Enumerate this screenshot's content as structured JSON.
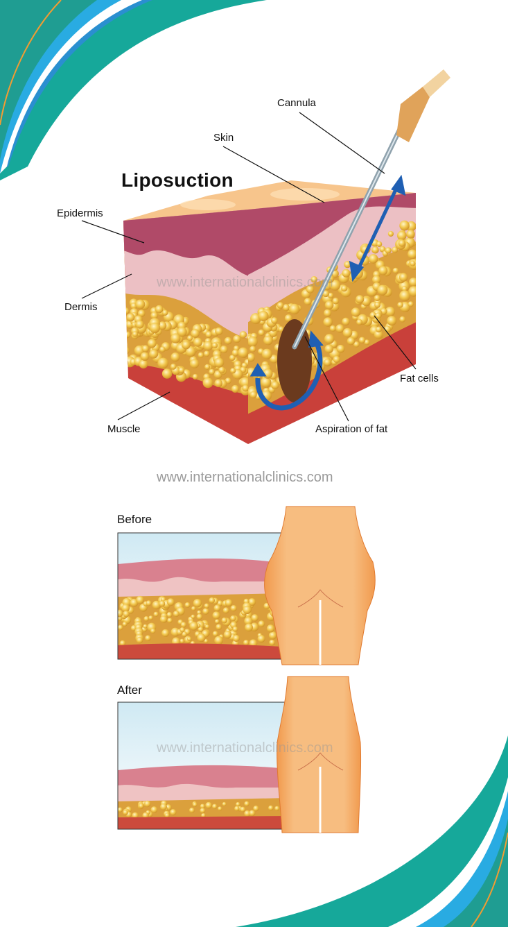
{
  "title": "Liposuction",
  "labels": {
    "cannula": "Cannula",
    "skin": "Skin",
    "epidermis": "Epidermis",
    "dermis": "Dermis",
    "muscle": "Muscle",
    "fat_cells": "Fat cells",
    "aspiration": "Aspiration of fat"
  },
  "watermark": "www.internationalclinics.com",
  "comparison": {
    "before": "Before",
    "after": "After"
  },
  "colors": {
    "teal": "#1a9e92",
    "blue": "#29abe2",
    "orange": "#f39c32",
    "skin": "#f6bf82",
    "fat": "#e8b64a",
    "muscle": "#c9403a"
  }
}
